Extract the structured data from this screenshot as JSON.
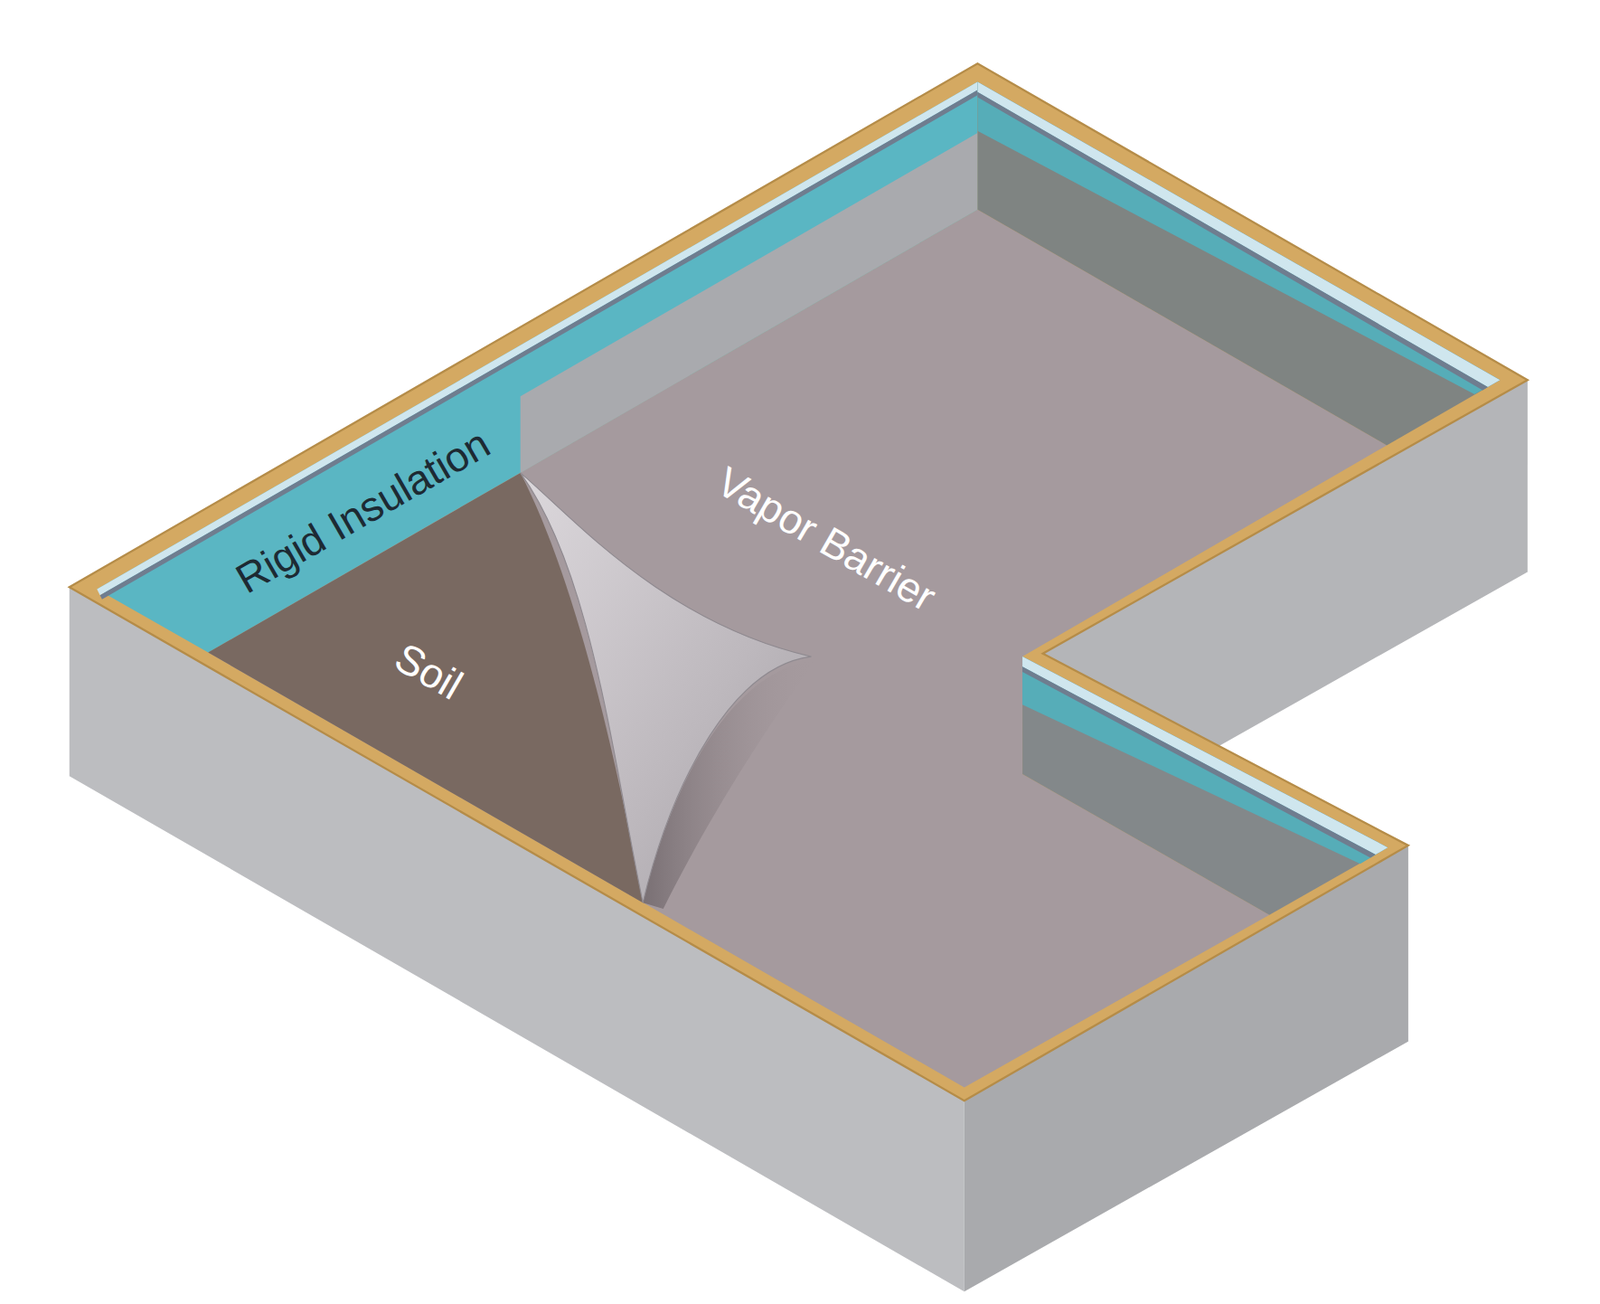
{
  "diagram": {
    "labels": [
      "Rigid Insulation",
      "Soil",
      "Vapor Barrier"
    ]
  }
}
